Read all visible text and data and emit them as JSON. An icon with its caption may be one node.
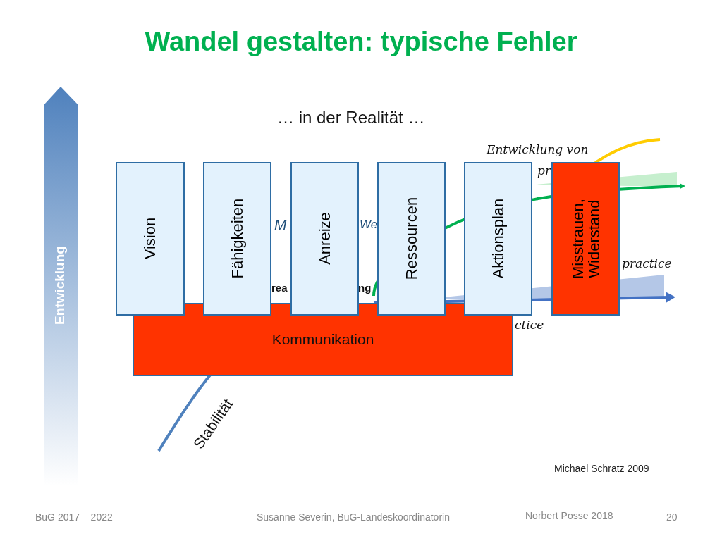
{
  "diagram": {
    "title": "Wandel gestalten: typische Fehler",
    "nodes": [
      {
        "text": [
          "Kommunikation"
        ]
      },
      {
        "text": [
          "Vision"
        ]
      },
      {
        "text": [
          "Fähigkeiten"
        ]
      },
      {
        "text": [
          "Anreize"
        ]
      },
      {
        "text": [
          "Ressourcen"
        ]
      },
      {
        "text": [
          "Aktionsplan"
        ]
      },
      {
        "text": [
          "Misstrauen, Widerstand"
        ]
      }
    ],
    "edges": [],
    "labels": [
      "… in der Realität …",
      "Entwicklung von",
      "pr",
      "M",
      "We",
      "practice",
      "rea",
      "ng",
      "ctice",
      "Entwicklung",
      "Stabilität",
      "Michael Schratz 2009",
      "BuG 2017 – 2022",
      "Susanne Severin, BuG-Landeskoordinatorin",
      "Norbert Posse 2018",
      "20"
    ]
  }
}
